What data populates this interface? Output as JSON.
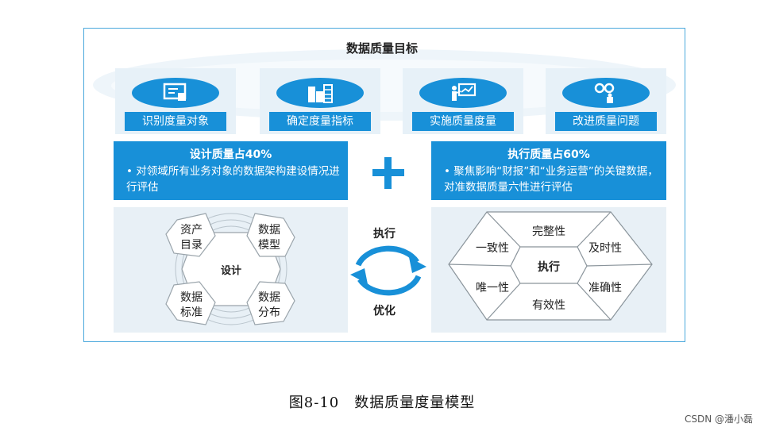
{
  "goal": {
    "title": "数据质量目标"
  },
  "steps": [
    {
      "label": "识别度量对象",
      "icon": "monitor-icon"
    },
    {
      "label": "确定度量指标",
      "icon": "buildings-icon"
    },
    {
      "label": "实施质量度量",
      "icon": "presenter-icon"
    },
    {
      "label": "改进质量问题",
      "icon": "binoculars-icon"
    }
  ],
  "design": {
    "heading": "设计质量占40%",
    "text": "• 对领域所有业务对象的数据架构建设情况进行评估",
    "center": "设计",
    "items": [
      "资产目录",
      "数据模型",
      "数据标准",
      "数据分布"
    ]
  },
  "execution": {
    "heading": "执行质量占60%",
    "text": "• 聚焦影响“财报”和“业务运营”的关键数据，对准数据质量六性进行评估",
    "center": "执行",
    "items": [
      "完整性",
      "一致性",
      "及时性",
      "唯一性",
      "准确性",
      "有效性"
    ]
  },
  "cycle": {
    "top": "执行",
    "bottom": "优化"
  },
  "caption": "图8-10　数据质量度量模型",
  "watermark": "CSDN @潘小磊",
  "colors": {
    "primary": "#1890d8",
    "panel": "#e8f0f6",
    "frame": "#4aa8dc"
  }
}
